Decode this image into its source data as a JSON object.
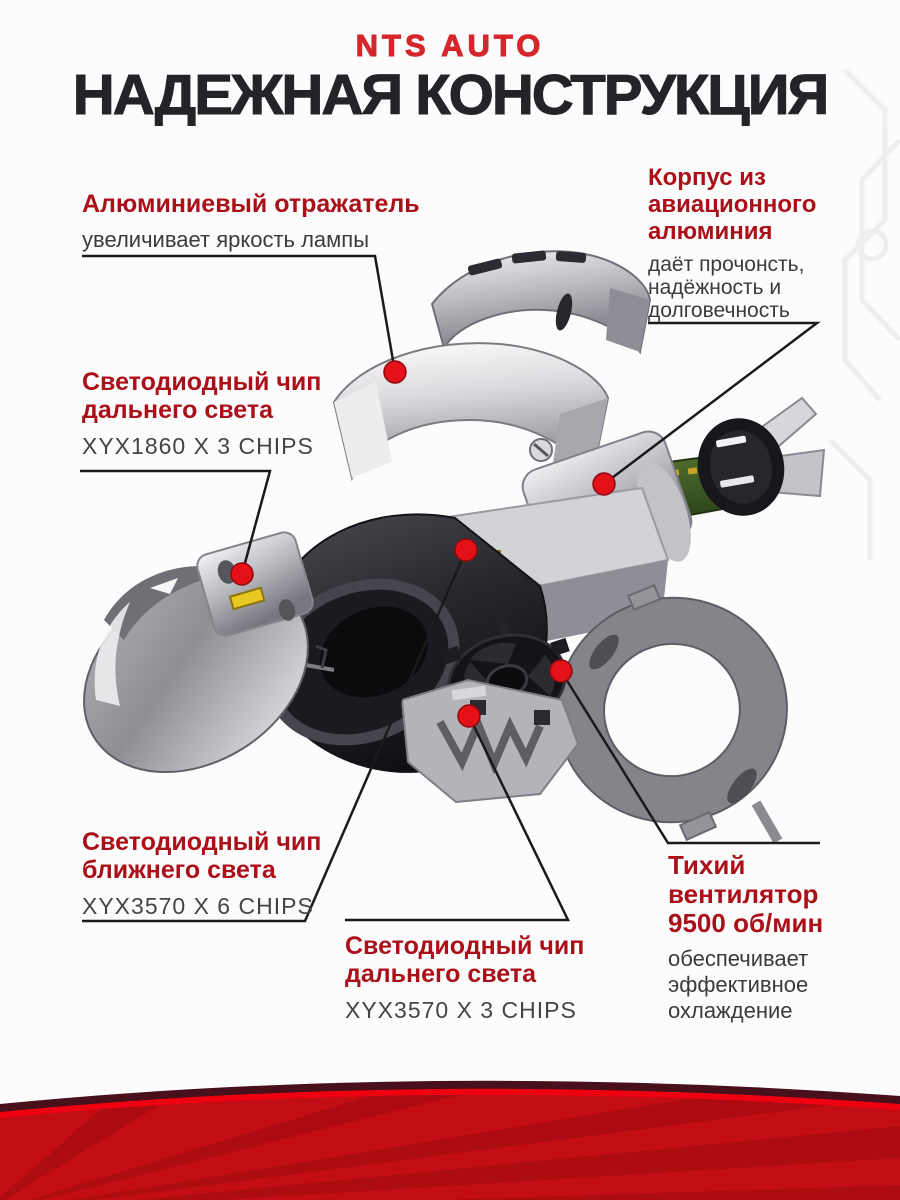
{
  "brand": {
    "logo": "NTS AUTO"
  },
  "title": "НАДЕЖНАЯ КОНСТРУКЦИЯ",
  "colors": {
    "logo_red": "#d5262c",
    "heading_dark": "#232428",
    "label_red": "#ab1019",
    "text_gray": "#3b3b3e",
    "dot_red": "#e41118",
    "callout_line": "#1a1a1a",
    "banner_red": "#c10d13",
    "banner_dark_rim": "#47101a",
    "banner_bright_line": "#ef0011",
    "pcb_green": "#3f5a26",
    "chip_yellow": "#e8c822"
  },
  "callouts": [
    {
      "id": "reflector",
      "title_lines": [
        "Алюминиевый отражатель"
      ],
      "desc_lines": [
        "увеличивает яркость лампы"
      ]
    },
    {
      "id": "aluminum-body",
      "title_lines": [
        "Корпус из",
        "авиационного",
        "алюминия"
      ],
      "desc_lines": [
        "даёт прочонсть,",
        "надёжность и",
        "долговечность"
      ]
    },
    {
      "id": "high-beam-chip-top",
      "title_lines": [
        "Светодиодный чип",
        "дальнего света"
      ],
      "desc_lines": [
        "XYX1860 X 3 CHIPS"
      ]
    },
    {
      "id": "low-beam-chip",
      "title_lines": [
        "Светодиодный чип",
        "ближнего света"
      ],
      "desc_lines": [
        "XYX3570 X 6 CHIPS"
      ]
    },
    {
      "id": "high-beam-chip-bottom",
      "title_lines": [
        "Светодиодный чип",
        "дальнего света"
      ],
      "desc_lines": [
        "XYX3570 X 3 CHIPS"
      ]
    },
    {
      "id": "fan",
      "title_lines": [
        "Тихий",
        "вентилятор",
        "9500 об/мин"
      ],
      "desc_lines": [
        "обеспечивает",
        "эффективное",
        "охлаждение"
      ]
    }
  ]
}
